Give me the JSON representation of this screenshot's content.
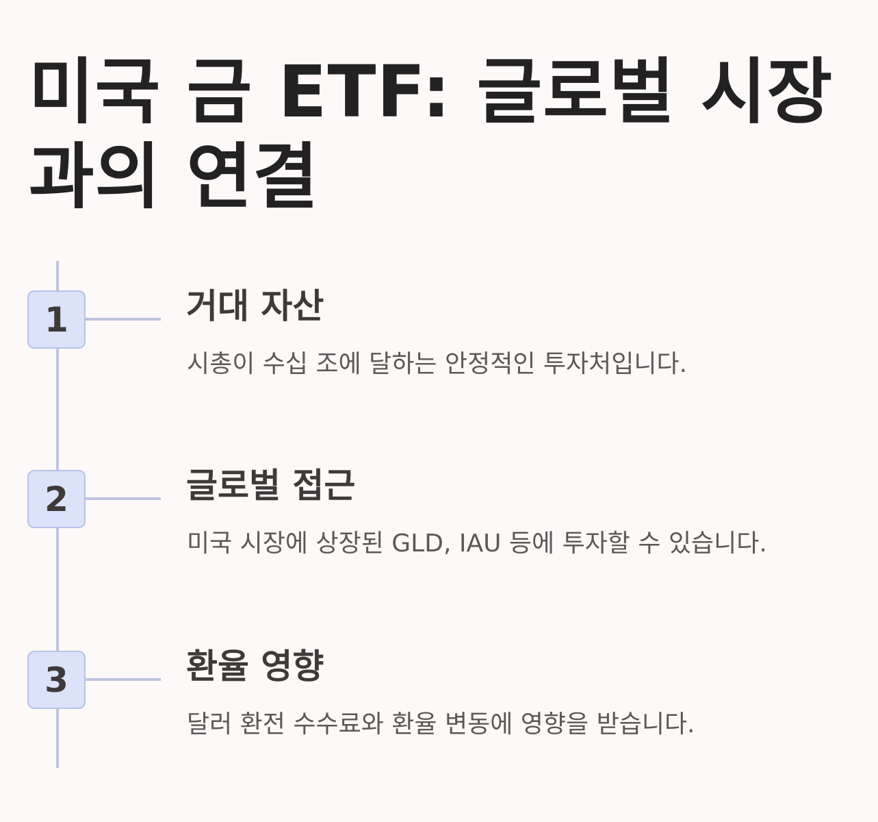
{
  "title": "미국 금 ETF: 글로벌 시장과의 연결",
  "steps": [
    {
      "number": "1",
      "heading": "거대 자산",
      "description": "시총이 수십 조에 달하는 안정적인 투자처입니다."
    },
    {
      "number": "2",
      "heading": "글로벌 접근",
      "description": "미국 시장에 상장된 GLD, IAU 등에 투자할 수 있습니다."
    },
    {
      "number": "3",
      "heading": "환율 영향",
      "description": "달러 환전 수수료와 환율 변동에 영향을 받습니다."
    }
  ],
  "colors": {
    "background": "#fcf9f8",
    "line": "#bec3e0",
    "badge_fill": "#dbe2fa",
    "badge_border": "#b8c2e8",
    "title_text": "#222222",
    "heading_text": "#3d3a3a",
    "body_text": "#5c5857"
  }
}
